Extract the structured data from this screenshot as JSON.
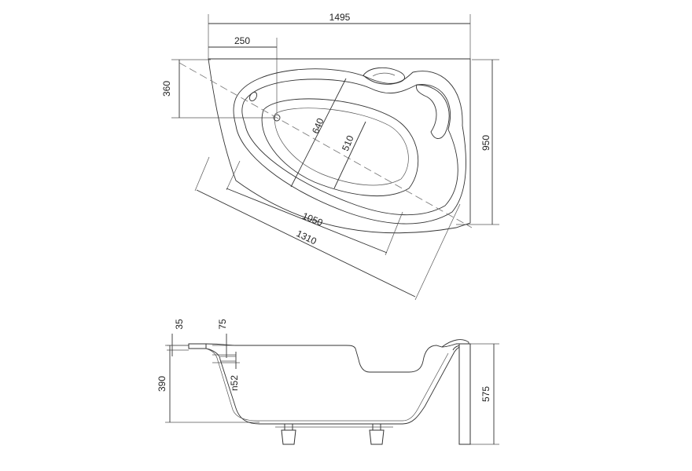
{
  "dimensions": {
    "top_width": "1495",
    "top_offset": "250",
    "top_left_height": "360",
    "top_height": "950",
    "inner_width": "640",
    "inner_narrow": "510",
    "inner_length": "1050",
    "outer_length": "1310",
    "rim": "35",
    "drain_offset": "75",
    "drain": "n52",
    "tub_depth": "390",
    "total_height": "575"
  }
}
